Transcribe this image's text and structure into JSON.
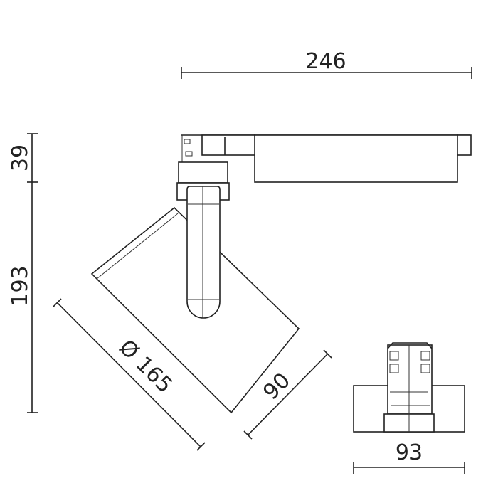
{
  "drawing": {
    "dimensions": {
      "overall_length": "246",
      "adapter_height": "39",
      "body_height": "193",
      "head_diameter": "Ø 165",
      "head_depth": "90",
      "side_width": "93"
    },
    "colors": {
      "line": "#222222",
      "background": "#ffffff"
    }
  }
}
